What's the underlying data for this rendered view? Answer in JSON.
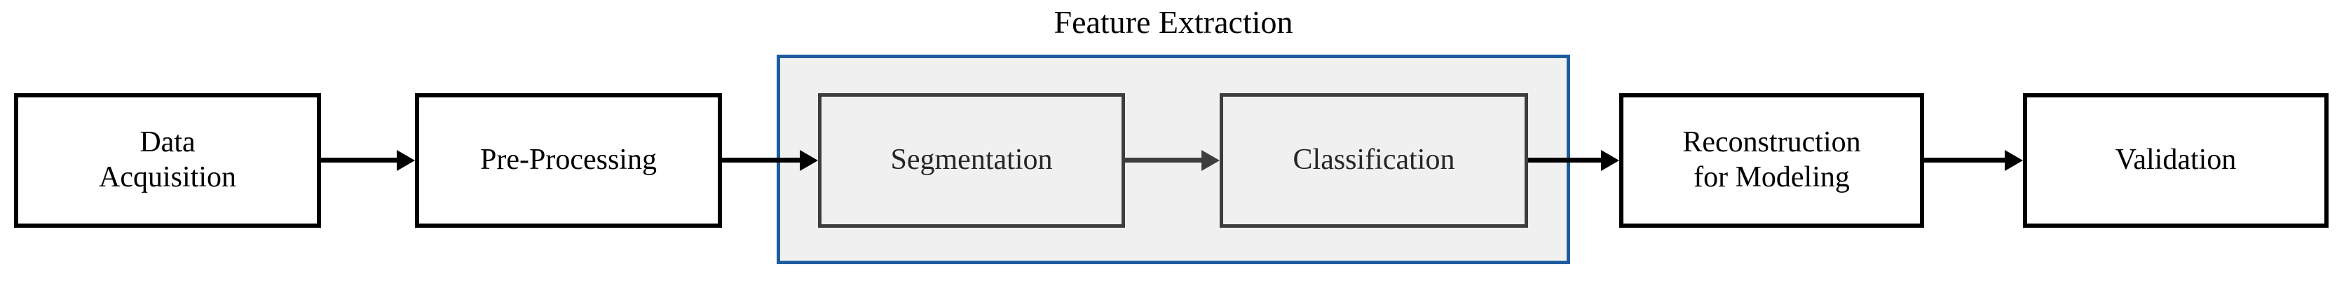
{
  "diagram": {
    "title_visible": false,
    "groups": [
      {
        "id": "feature-extraction",
        "label": "Feature Extraction",
        "border_color": "#1F5C9E",
        "fill_color": "#F0F0F0"
      }
    ],
    "nodes": [
      {
        "id": "data-acquisition",
        "label": "Data\nAcquisition",
        "line1": "Data",
        "line2": "Acquisition",
        "style": "outer",
        "border_color": "#000000",
        "fill_color": "#FFFFFF"
      },
      {
        "id": "pre-processing",
        "label": "Pre-Processing",
        "line1": "Pre-Processing",
        "line2": "",
        "style": "outer",
        "border_color": "#000000",
        "fill_color": "#FFFFFF"
      },
      {
        "id": "segmentation",
        "label": "Segmentation",
        "line1": "Segmentation",
        "line2": "",
        "style": "inner",
        "border_color": "#3D3D3D",
        "fill_color": "#F0F0F0"
      },
      {
        "id": "classification",
        "label": "Classification",
        "line1": "Classification",
        "line2": "",
        "style": "inner",
        "border_color": "#3D3D3D",
        "fill_color": "#F0F0F0"
      },
      {
        "id": "reconstruction",
        "label": "Reconstruction\nfor Modeling",
        "line1": "Reconstruction",
        "line2": "for Modeling",
        "style": "outer",
        "border_color": "#000000",
        "fill_color": "#FFFFFF"
      },
      {
        "id": "validation",
        "label": "Validation",
        "line1": "Validation",
        "line2": "",
        "style": "outer",
        "border_color": "#000000",
        "fill_color": "#FFFFFF"
      }
    ],
    "connectors": [
      {
        "id": "arrow-1",
        "from": "data-acquisition",
        "to": "pre-processing",
        "color": "#000000",
        "arrowhead": true
      },
      {
        "id": "arrow-2",
        "from": "pre-processing",
        "to": "segmentation",
        "color": "#000000",
        "arrowhead": true
      },
      {
        "id": "arrow-3",
        "from": "segmentation",
        "to": "classification",
        "color": "#3D3D3D",
        "arrowhead": true
      },
      {
        "id": "arrow-4",
        "from": "classification",
        "to": "reconstruction",
        "color": "#000000",
        "arrowhead": true
      },
      {
        "id": "arrow-5",
        "from": "reconstruction",
        "to": "validation",
        "color": "#000000",
        "arrowhead": true
      }
    ]
  }
}
